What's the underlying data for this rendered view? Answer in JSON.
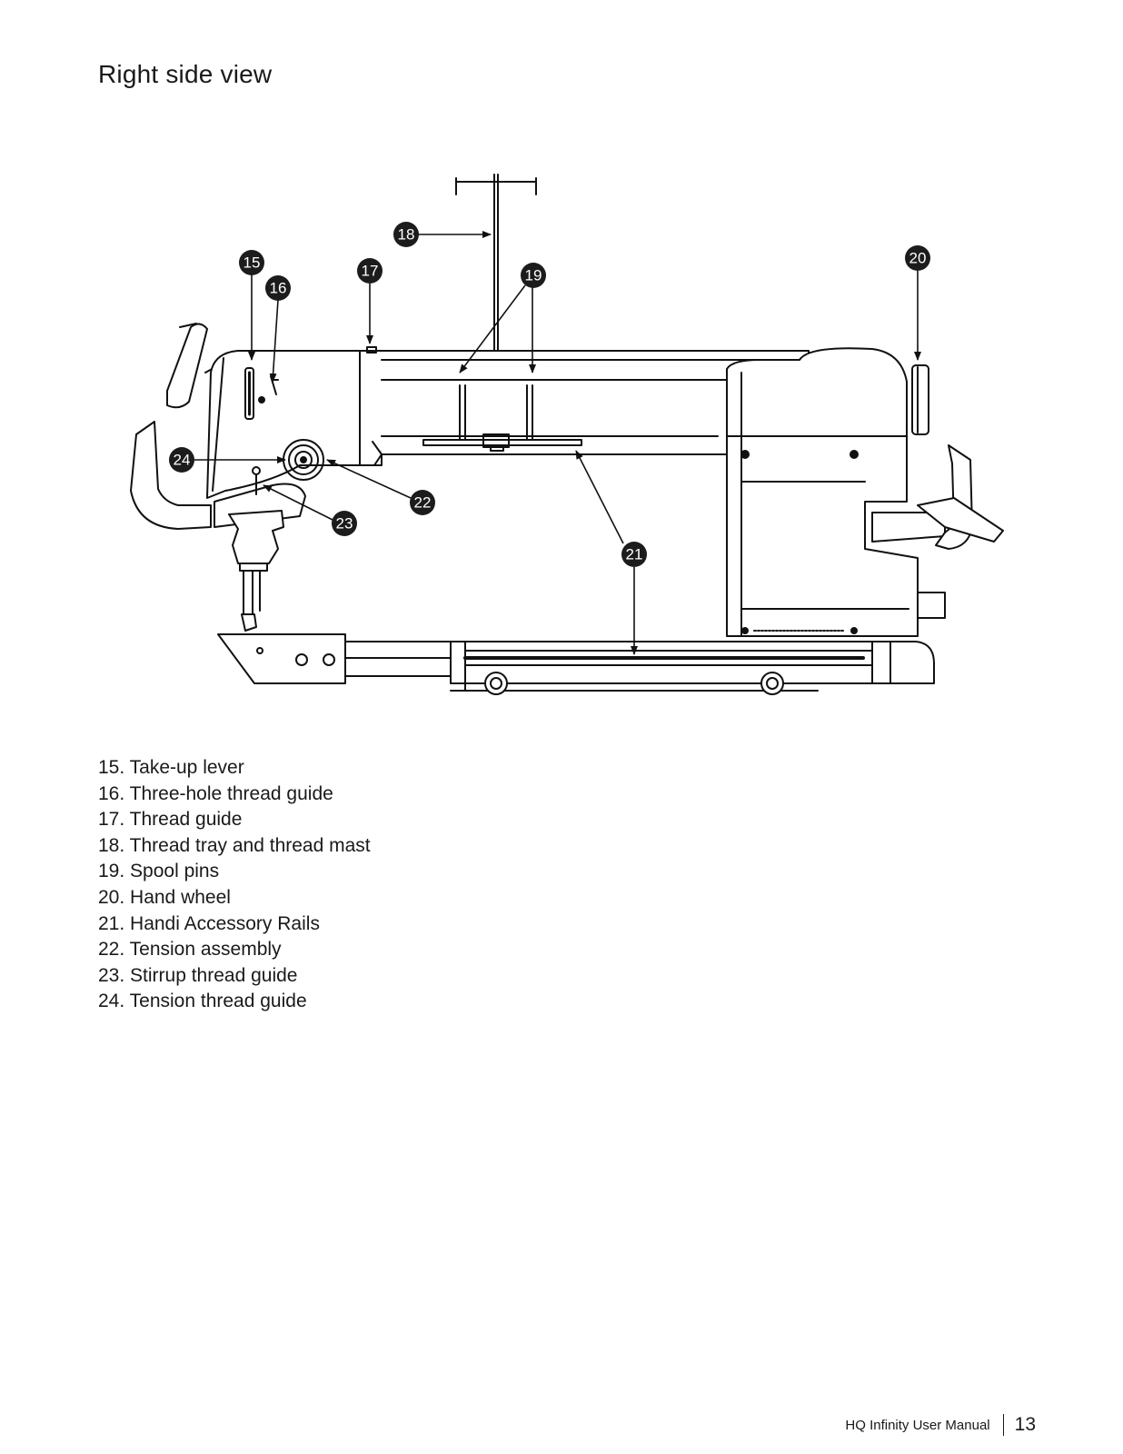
{
  "page": {
    "title": "Right side view",
    "footer_text": "HQ Infinity User Manual",
    "page_number": "13"
  },
  "diagram": {
    "callouts": [
      {
        "num": "15",
        "label": "Take-up lever"
      },
      {
        "num": "16",
        "label": "Three-hole thread guide"
      },
      {
        "num": "17",
        "label": "Thread guide"
      },
      {
        "num": "18",
        "label": "Thread tray and thread mast"
      },
      {
        "num": "19",
        "label": "Spool pins"
      },
      {
        "num": "20",
        "label": "Hand wheel"
      },
      {
        "num": "21",
        "label": "Handi Accessory Rails"
      },
      {
        "num": "22",
        "label": "Tension assembly"
      },
      {
        "num": "23",
        "label": "Stirrup thread guide"
      },
      {
        "num": "24",
        "label": "Tension thread guide"
      }
    ]
  },
  "parts_list": [
    "15. Take-up lever",
    "16. Three-hole thread guide",
    "17. Thread guide",
    "18. Thread tray and thread mast",
    "19. Spool pins",
    "20. Hand wheel",
    "21. Handi Accessory Rails",
    "22. Tension assembly",
    "23. Stirrup thread guide",
    "24. Tension thread guide"
  ]
}
